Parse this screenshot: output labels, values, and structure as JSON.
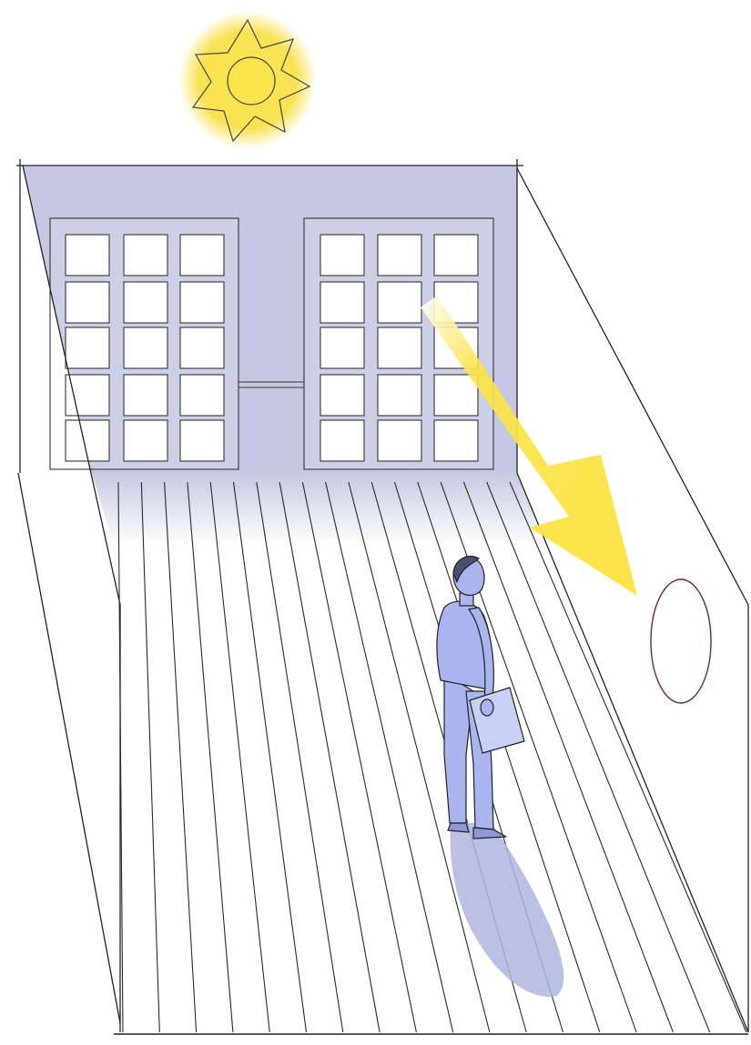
{
  "scene": {
    "description": "",
    "colors": {
      "sky_wall": "#c4c8e2",
      "shadow": "#b0b6df",
      "sun_glow": "#f6e05a",
      "sun_core": "#fbe64a",
      "arrow": "#fbe447",
      "line": "#222222",
      "person": "#aab4ef",
      "target_ring": "#6b2a33",
      "paper": "#ffffff"
    },
    "icons": [
      "sun-icon",
      "person-figure",
      "light-ray-arrow",
      "wall-target-circle"
    ]
  }
}
